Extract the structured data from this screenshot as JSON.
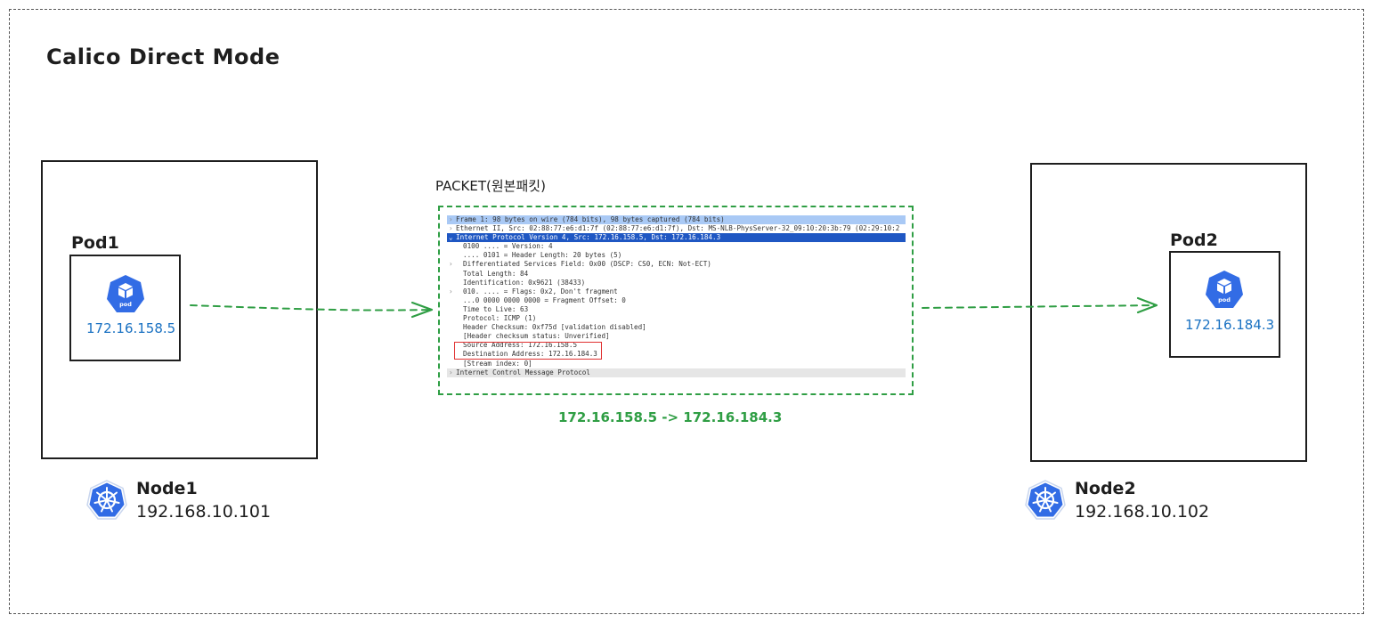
{
  "title": "Calico Direct Mode",
  "node1": {
    "name": "Node1",
    "ip": "192.168.10.101",
    "pod_label": "Pod1",
    "pod_ip": "172.16.158.5"
  },
  "node2": {
    "name": "Node2",
    "ip": "192.168.10.102",
    "pod_label": "Pod2",
    "pod_ip": "172.16.184.3"
  },
  "packet": {
    "title": "PACKET(원본패킷)",
    "rows": [
      {
        "text": "Frame 1: 98 bytes on wire (784 bits), 98 bytes captured (784 bits)",
        "marker": "›"
      },
      {
        "text": "Ethernet II, Src: 02:88:77:e6:d1:7f (02:88:77:e6:d1:7f), Dst: MS-NLB-PhysServer-32_09:10:20:3b:79 (02:29:10:2",
        "marker": "›"
      },
      {
        "text": "Internet Protocol Version 4, Src: 172.16.158.5, Dst: 172.16.184.3",
        "marker": "⌄"
      },
      {
        "text": "0100 .... = Version: 4",
        "marker": ""
      },
      {
        "text": ".... 0101 = Header Length: 20 bytes (5)",
        "marker": ""
      },
      {
        "text": "Differentiated Services Field: 0x00 (DSCP: CS0, ECN: Not-ECT)",
        "marker": "›"
      },
      {
        "text": "Total Length: 84",
        "marker": ""
      },
      {
        "text": "Identification: 0x9621 (38433)",
        "marker": ""
      },
      {
        "text": "010. .... = Flags: 0x2, Don't fragment",
        "marker": "›"
      },
      {
        "text": "...0 0000 0000 0000 = Fragment Offset: 0",
        "marker": ""
      },
      {
        "text": "Time to Live: 63",
        "marker": ""
      },
      {
        "text": "Protocol: ICMP (1)",
        "marker": ""
      },
      {
        "text": "Header Checksum: 0xf75d [validation disabled]",
        "marker": ""
      },
      {
        "text": "[Header checksum status: Unverified]",
        "marker": ""
      },
      {
        "text": "Source Address: 172.16.158.5",
        "marker": ""
      },
      {
        "text": "Destination Address: 172.16.184.3",
        "marker": ""
      },
      {
        "text": "[Stream index: 0]",
        "marker": ""
      },
      {
        "text": "Internet Control Message Protocol",
        "marker": "›"
      }
    ]
  },
  "flow_label": "172.16.158.5 -> 172.16.184.3",
  "icons": {
    "pod": "pod-icon",
    "node": "kubernetes-icon"
  },
  "colors": {
    "accent_blue": "#1971c2",
    "icon_blue": "#326ce5",
    "flow_green": "#2f9e44",
    "highlight_red": "#e03131"
  }
}
